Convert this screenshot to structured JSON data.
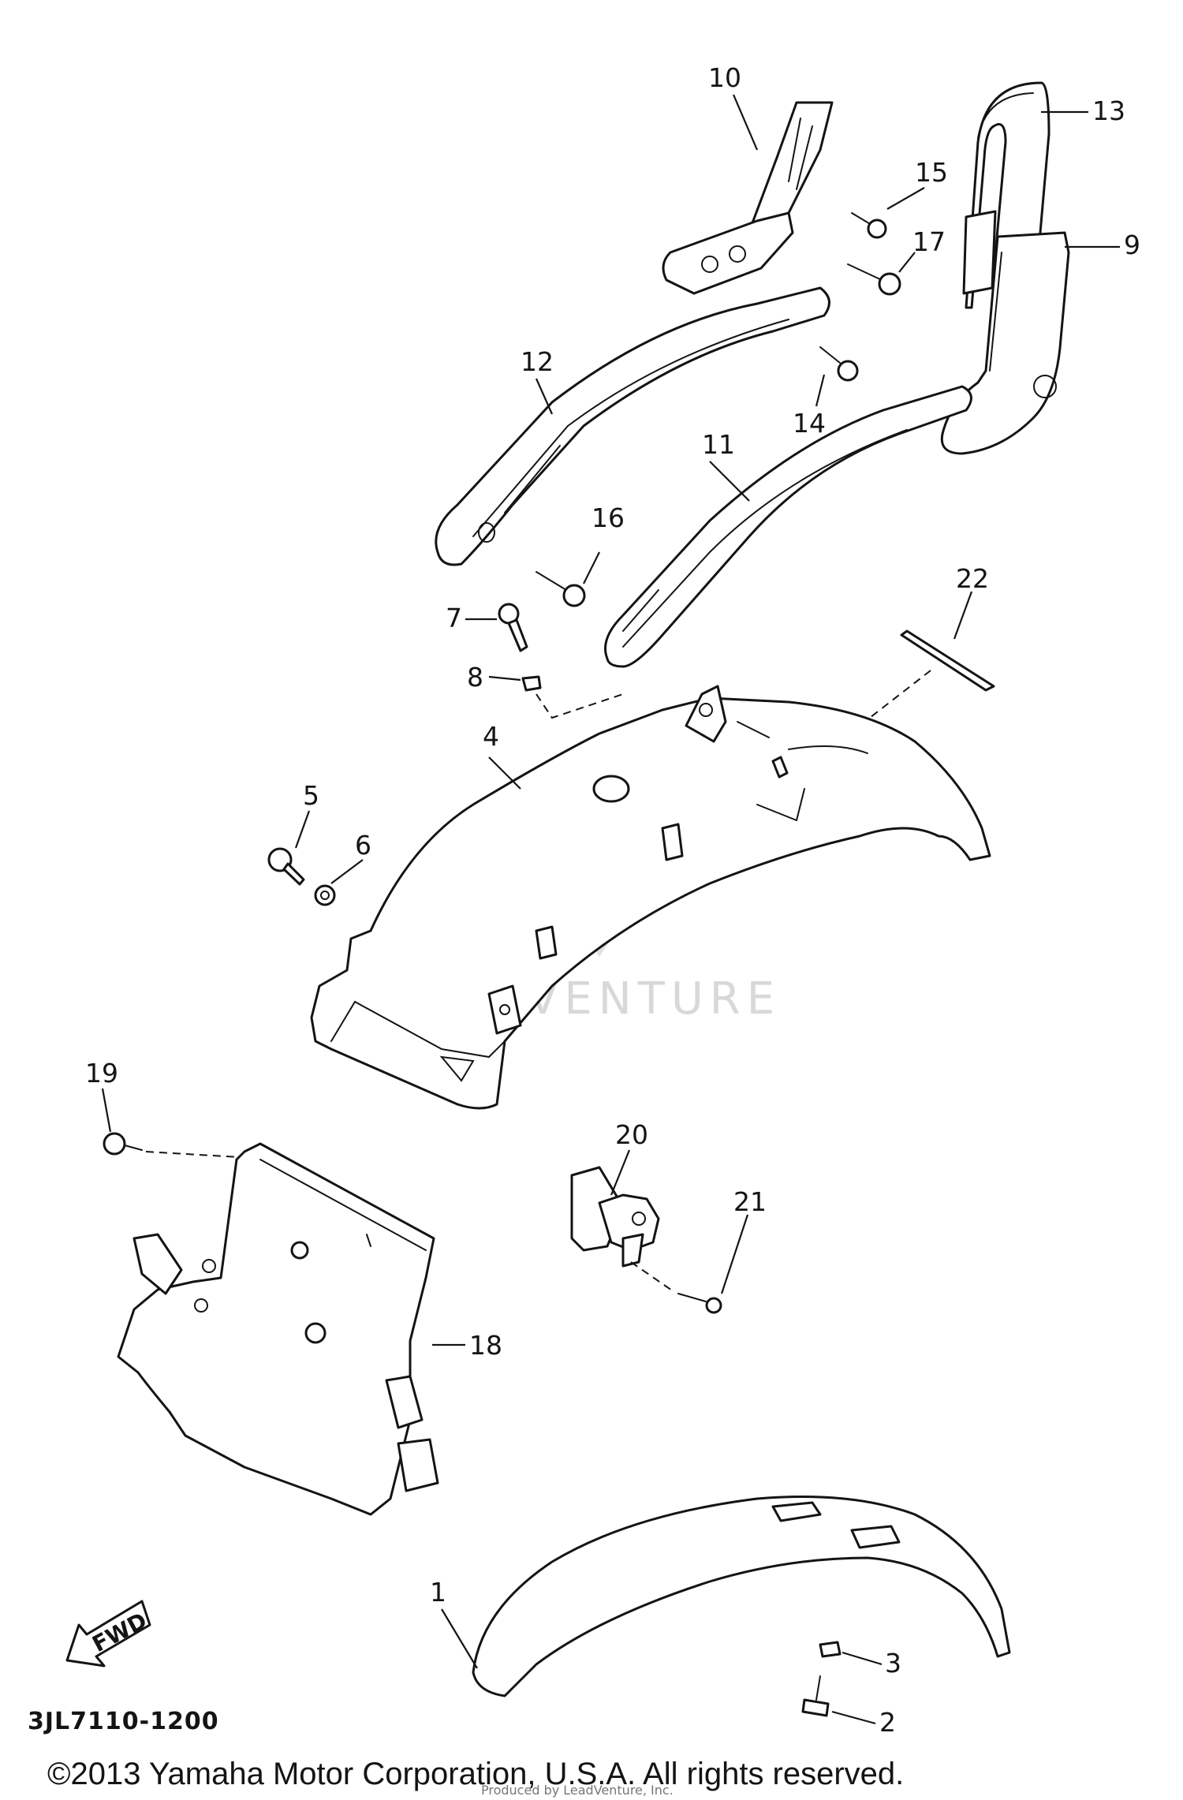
{
  "diagram_code": "3JL7110-1200",
  "copyright": "©2013 Yamaha Motor Corporation, U.S.A. All rights reserved.",
  "watermark": "LEADVENTURE",
  "watermark_small": "Produced by LeadVenture, Inc.",
  "fwd_label": "FWD",
  "callouts": {
    "p1": "1",
    "p2": "2",
    "p3": "3",
    "p4": "4",
    "p5": "5",
    "p6": "6",
    "p7": "7",
    "p8": "8",
    "p9": "9",
    "p10": "10",
    "p11": "11",
    "p12": "12",
    "p13": "13",
    "p14": "14",
    "p15": "15",
    "p16": "16",
    "p17": "17",
    "p18": "18",
    "p19": "19",
    "p20": "20",
    "p21": "21",
    "p22": "22"
  }
}
